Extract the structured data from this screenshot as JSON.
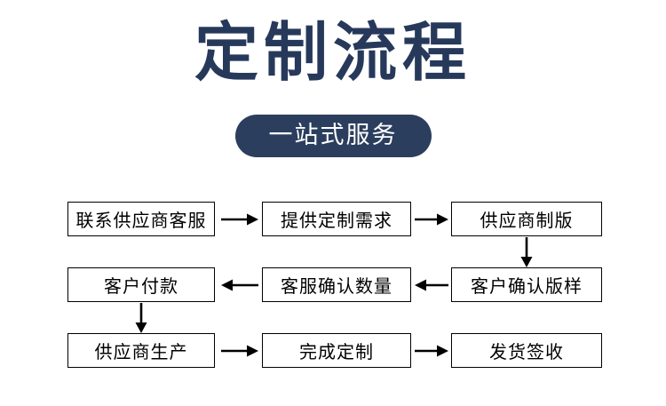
{
  "header": {
    "title": "定制流程",
    "subtitle_badge": "一站式服务"
  },
  "colors": {
    "title_navy": "#27395B",
    "badge_navy": "#2B3E5E",
    "badge_text": "#FFFFFF",
    "box_border": "#000000",
    "box_text": "#000000",
    "background": "#FFFFFF"
  },
  "flow": {
    "rows": [
      {
        "direction": "left-to-right",
        "nodes": [
          {
            "label": "联系供应商客服"
          },
          {
            "label": "提供定制需求"
          },
          {
            "label": "供应商制版"
          }
        ]
      },
      {
        "direction": "right-to-left",
        "nodes": [
          {
            "label": "客户付款"
          },
          {
            "label": "客服确认数量"
          },
          {
            "label": "客户确认版样"
          }
        ]
      },
      {
        "direction": "left-to-right",
        "nodes": [
          {
            "label": "供应商生产"
          },
          {
            "label": "完成定制"
          },
          {
            "label": "发货签收"
          }
        ]
      }
    ],
    "connectors": [
      {
        "name": "arrow-right-row1-step1",
        "glyph": "→"
      },
      {
        "name": "arrow-right-row1-step2",
        "glyph": "→"
      },
      {
        "name": "arrow-down-right-column",
        "glyph": "↓"
      },
      {
        "name": "arrow-left-row2-step1",
        "glyph": "←"
      },
      {
        "name": "arrow-left-row2-step2",
        "glyph": "←"
      },
      {
        "name": "arrow-down-left-column",
        "glyph": "↓"
      },
      {
        "name": "arrow-right-row3-step1",
        "glyph": "→"
      },
      {
        "name": "arrow-right-row3-step2",
        "glyph": "→"
      }
    ]
  }
}
